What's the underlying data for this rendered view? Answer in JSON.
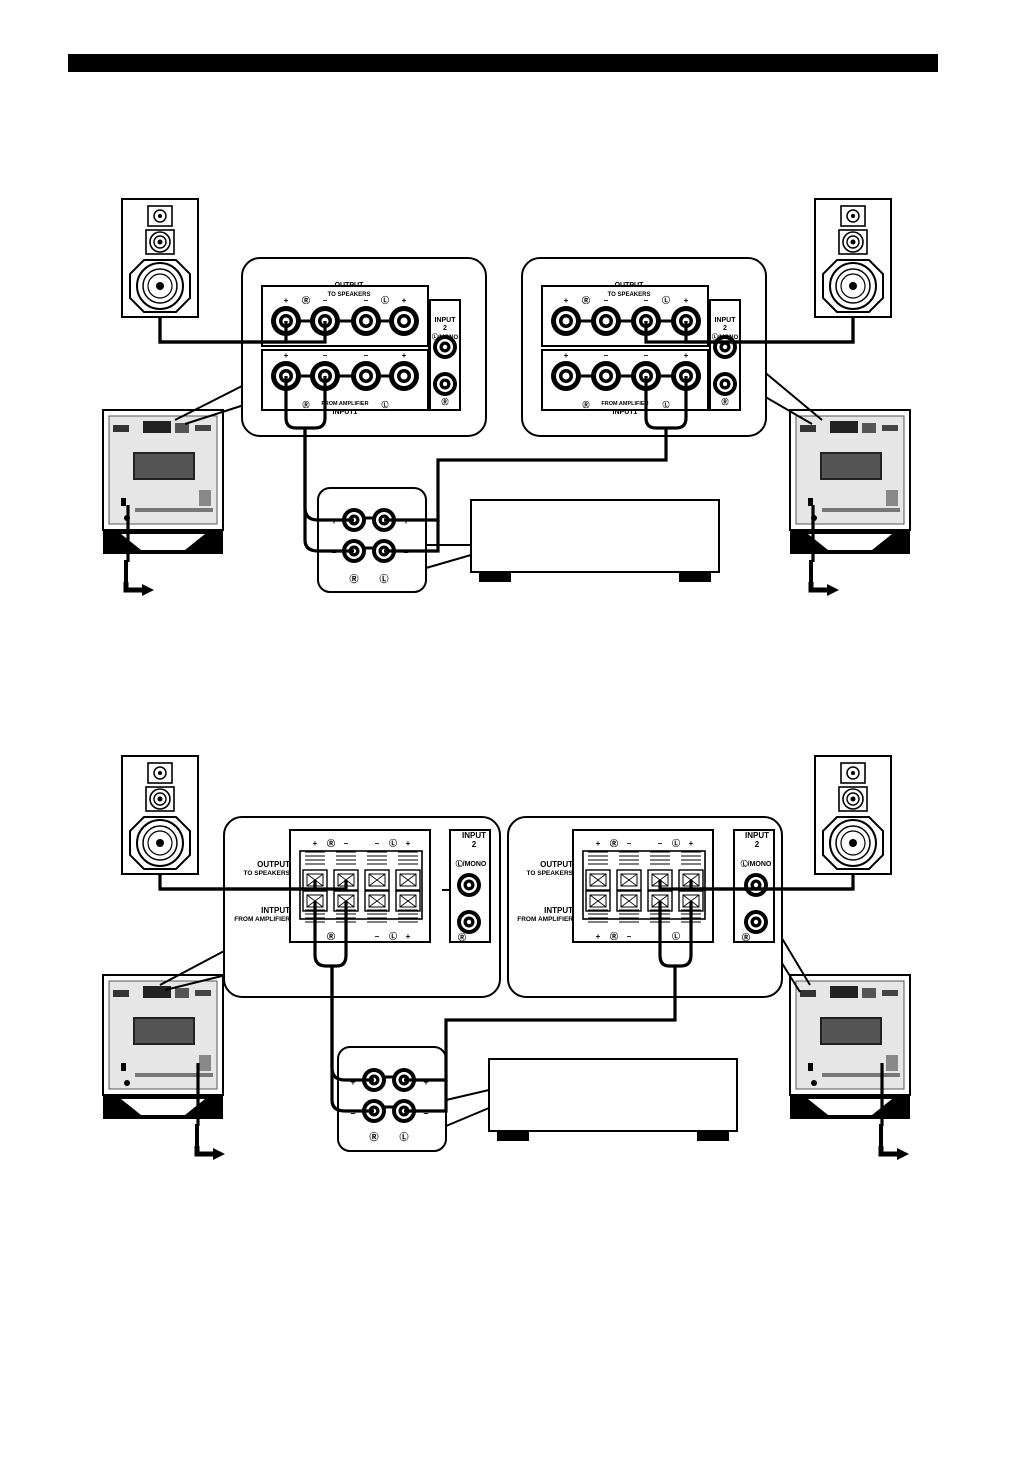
{
  "labels": {
    "output": "OUTPUT",
    "to_speakers": "TO SPEAKERS",
    "input2": "INPUT",
    "input2_num": "2",
    "l_mono": "Ⓛ/MONO",
    "from_amplifier": "FROM AMPLIFIER",
    "input1": "INPUT1",
    "intput": "INTPUT",
    "plus": "+",
    "minus": "–",
    "r": "Ⓡ",
    "l": "Ⓛ"
  }
}
